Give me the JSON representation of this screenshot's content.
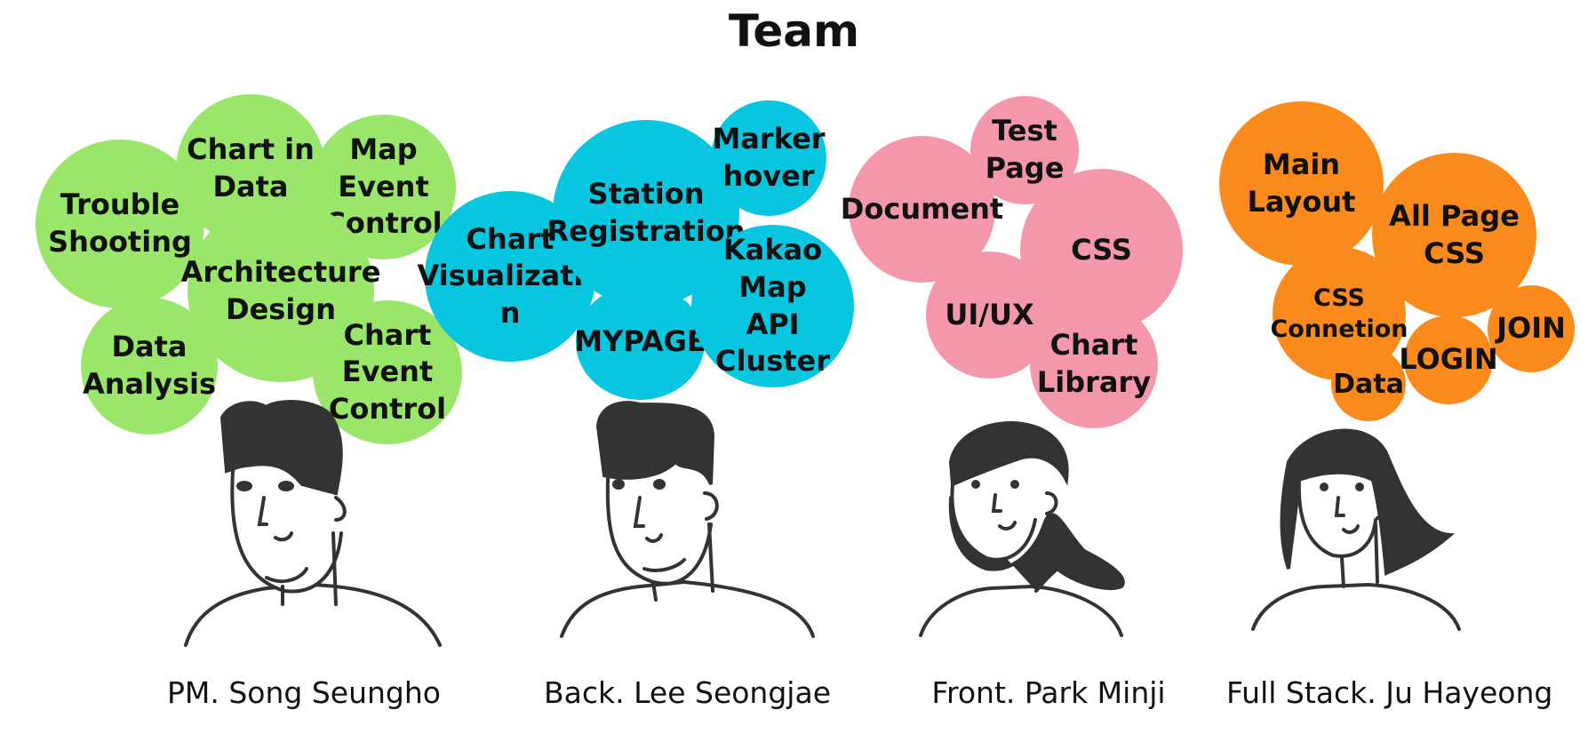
{
  "title": "Team",
  "members": [
    {
      "name": "PM. Song Seungho",
      "color": "#99e66b",
      "skills": [
        "Trouble\nShooting",
        "Chart in\nData",
        "Map\nEvent\nControl",
        "Architecture\nDesign",
        "Data\nAnalysis",
        "Chart\nEvent\nControl"
      ]
    },
    {
      "name": "Back. Lee Seongjae",
      "color": "#07c6e0",
      "skills": [
        "Chart\nVisualizatio\nn",
        "Station\nRegistration",
        "Marker\nhover",
        "MYPAGE",
        "Kakao Map\nAPI\nCluster"
      ]
    },
    {
      "name": "Front. Park Minji",
      "color": "#f597aa",
      "skills": [
        "Document",
        "Test\nPage",
        "CSS",
        "UI/UX",
        "Chart\nLibrary"
      ]
    },
    {
      "name": "Full Stack. Ju Hayeong",
      "color": "#fa8a1c",
      "skills": [
        "Main\nLayout",
        "All Page\nCSS",
        "CSS\nConnetion",
        "JOIN",
        "LOGIN",
        "Data"
      ]
    }
  ]
}
